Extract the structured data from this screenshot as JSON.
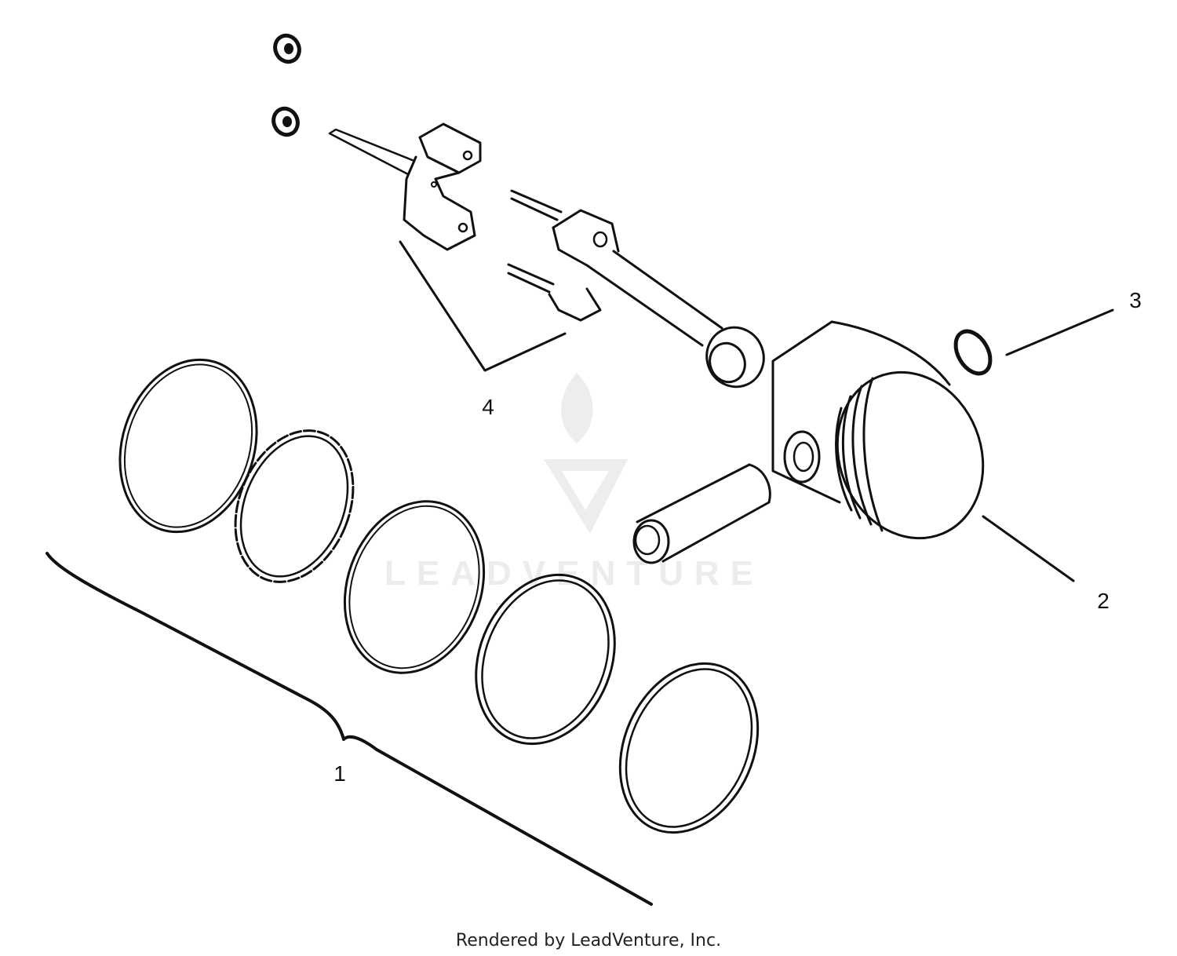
{
  "diagram": {
    "callouts": {
      "rings_set": "1",
      "piston": "2",
      "retainer": "3",
      "connecting_rod": "4"
    },
    "watermark": {
      "text": "LEADVENTURE",
      "logo_icon": "leadventure-flame-v-logo"
    },
    "footer": {
      "credit": "Rendered by LeadVenture, Inc."
    }
  }
}
